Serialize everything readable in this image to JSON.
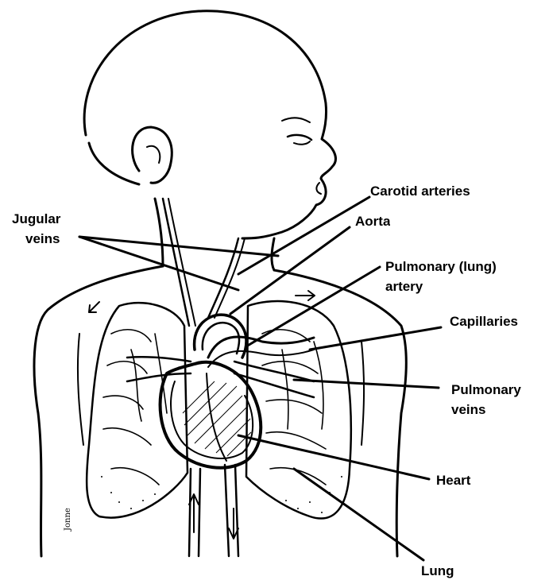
{
  "labels": {
    "carotid": "Carotid arteries",
    "jugular_line1": "Jugular",
    "jugular_line2": "veins",
    "aorta": "Aorta",
    "pulmonary_artery_line1": "Pulmonary (lung)",
    "pulmonary_artery_line2": "artery",
    "capillaries": "Capillaries",
    "pulmonary_veins_line1": "Pulmonary",
    "pulmonary_veins_line2": "veins",
    "heart": "Heart",
    "lung": "Lung"
  },
  "signature": "Jonne",
  "colors": {
    "ink": "#000000",
    "background": "#ffffff"
  }
}
